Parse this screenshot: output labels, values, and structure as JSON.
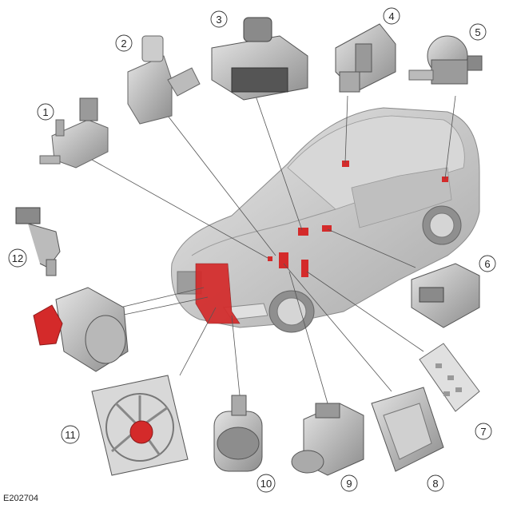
{
  "figure_id": "E202704",
  "callouts": [
    "1",
    "2",
    "3",
    "4",
    "5",
    "6",
    "7",
    "8",
    "9",
    "10",
    "11",
    "12"
  ],
  "colors": {
    "highlight": "#d42a2a",
    "part_fill": "#bdbdbd",
    "part_dark": "#6b6b6b",
    "part_light": "#e2e2e2",
    "car_body": "#c9c9c9",
    "leader": "#555555"
  }
}
